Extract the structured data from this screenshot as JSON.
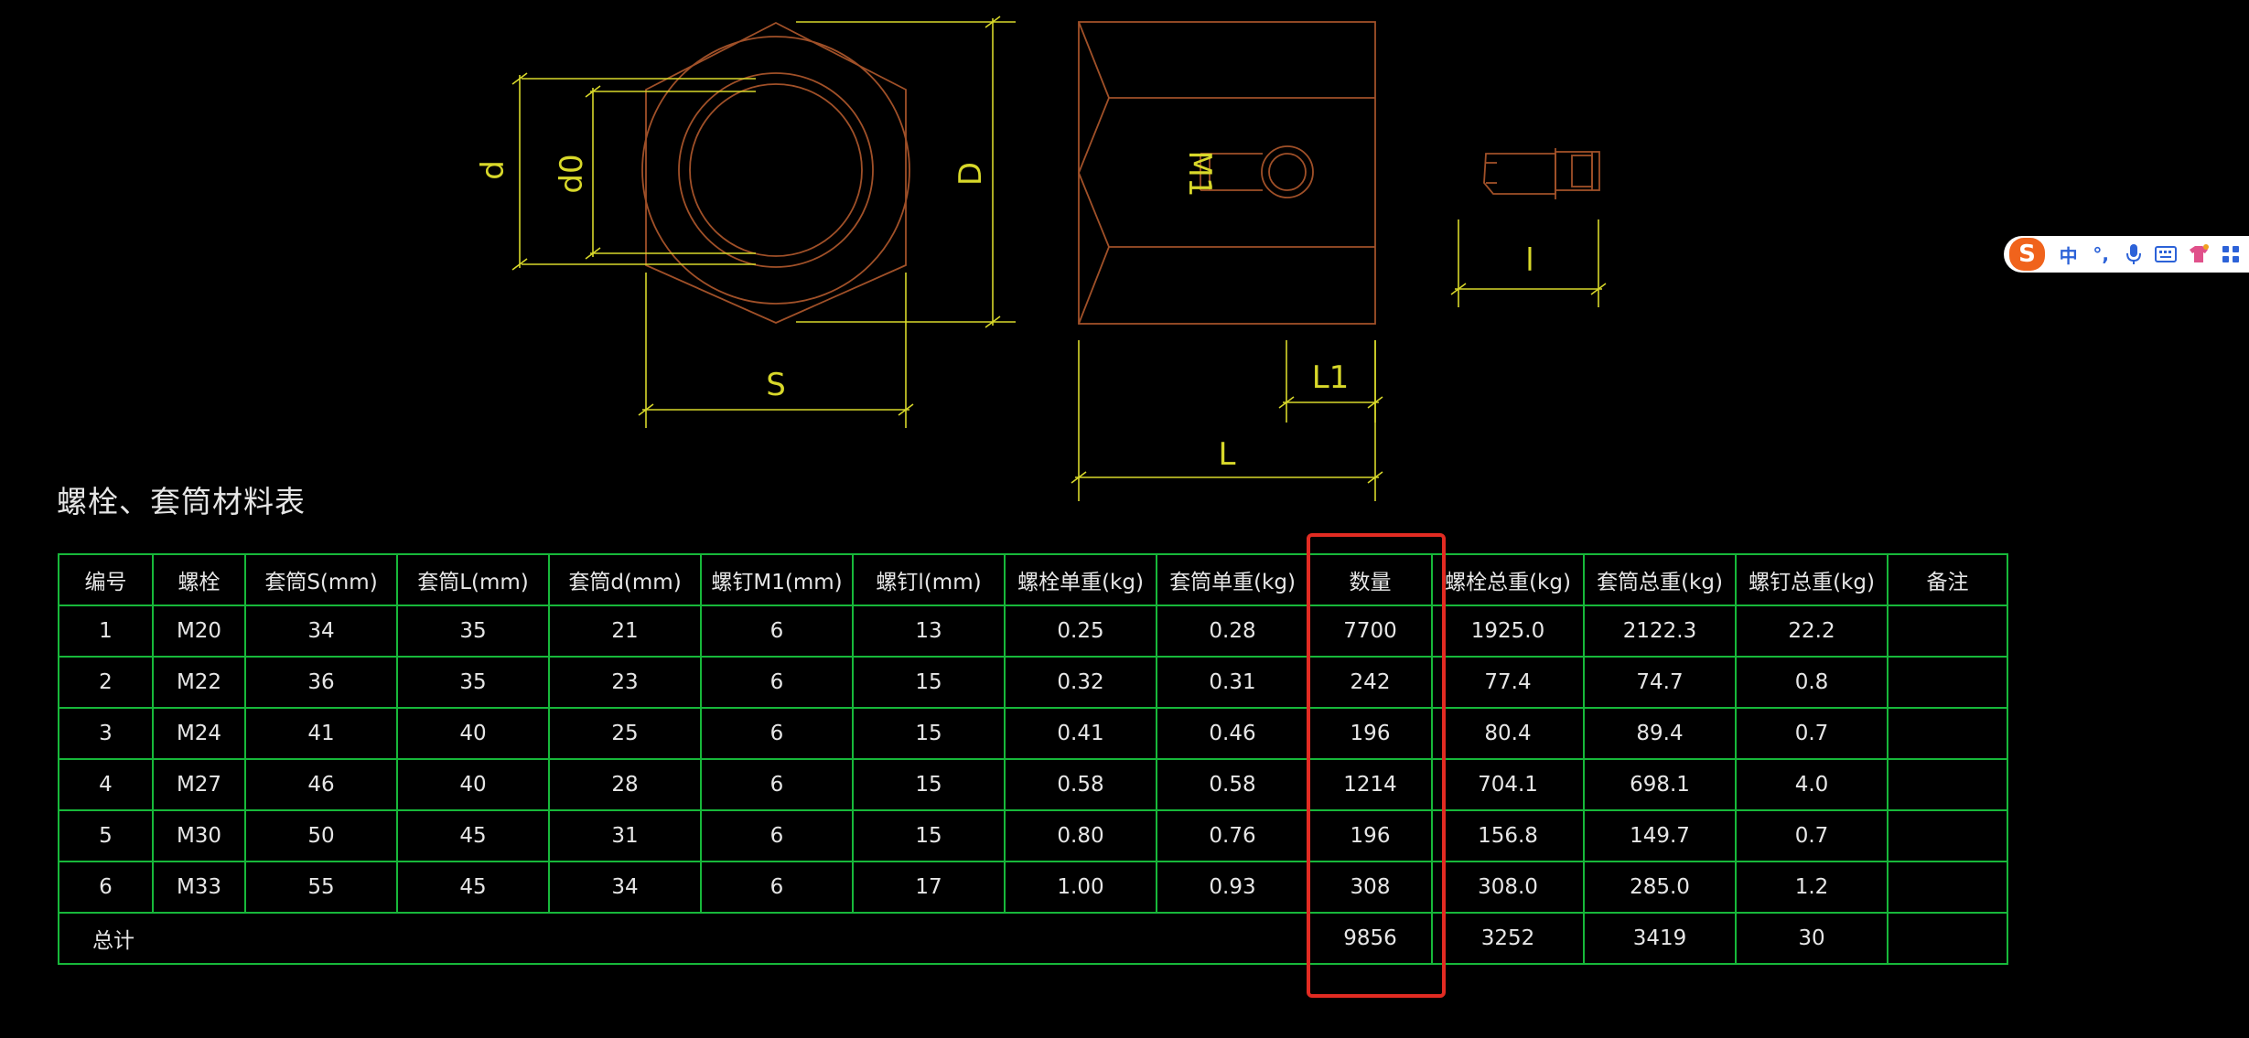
{
  "drawing": {
    "labels": {
      "d": "d",
      "d0": "d0",
      "D": "D",
      "S": "S",
      "M1": "M1",
      "L1": "L1",
      "L": "L",
      "l": "l"
    }
  },
  "table": {
    "title": "螺栓、套筒材料表",
    "headers": [
      "编号",
      "螺栓",
      "套筒S(mm)",
      "套筒L(mm)",
      "套筒d(mm)",
      "螺钉M1(mm)",
      "螺钉l(mm)",
      "螺栓单重(kg)",
      "套筒单重(kg)",
      "数量",
      "螺栓总重(kg)",
      "套筒总重(kg)",
      "螺钉总重(kg)",
      "备注"
    ],
    "rows": [
      [
        "1",
        "M20",
        "34",
        "35",
        "21",
        "6",
        "13",
        "0.25",
        "0.28",
        "7700",
        "1925.0",
        "2122.3",
        "22.2",
        ""
      ],
      [
        "2",
        "M22",
        "36",
        "35",
        "23",
        "6",
        "15",
        "0.32",
        "0.31",
        "242",
        "77.4",
        "74.7",
        "0.8",
        ""
      ],
      [
        "3",
        "M24",
        "41",
        "40",
        "25",
        "6",
        "15",
        "0.41",
        "0.46",
        "196",
        "80.4",
        "89.4",
        "0.7",
        ""
      ],
      [
        "4",
        "M27",
        "46",
        "40",
        "28",
        "6",
        "15",
        "0.58",
        "0.58",
        "1214",
        "704.1",
        "698.1",
        "4.0",
        ""
      ],
      [
        "5",
        "M30",
        "50",
        "45",
        "31",
        "6",
        "15",
        "0.80",
        "0.76",
        "196",
        "156.8",
        "149.7",
        "0.7",
        ""
      ],
      [
        "6",
        "M33",
        "55",
        "45",
        "34",
        "6",
        "17",
        "1.00",
        "0.93",
        "308",
        "308.0",
        "285.0",
        "1.2",
        ""
      ]
    ],
    "total": {
      "label": "总计",
      "quantity": "9856",
      "bolt_total": "3252",
      "sleeve_total": "3419",
      "screw_total": "30",
      "remark": ""
    }
  },
  "ime": {
    "logo": "S",
    "lang": "中",
    "punct": "°,",
    "items": [
      "mic-icon",
      "keyboard-icon",
      "skin-icon",
      "grid-icon"
    ]
  },
  "colors": {
    "background": "#000000",
    "dimension": "#d8d82a",
    "outline": "#a05028",
    "table_border": "#17b83a",
    "highlight": "#e22b22"
  }
}
